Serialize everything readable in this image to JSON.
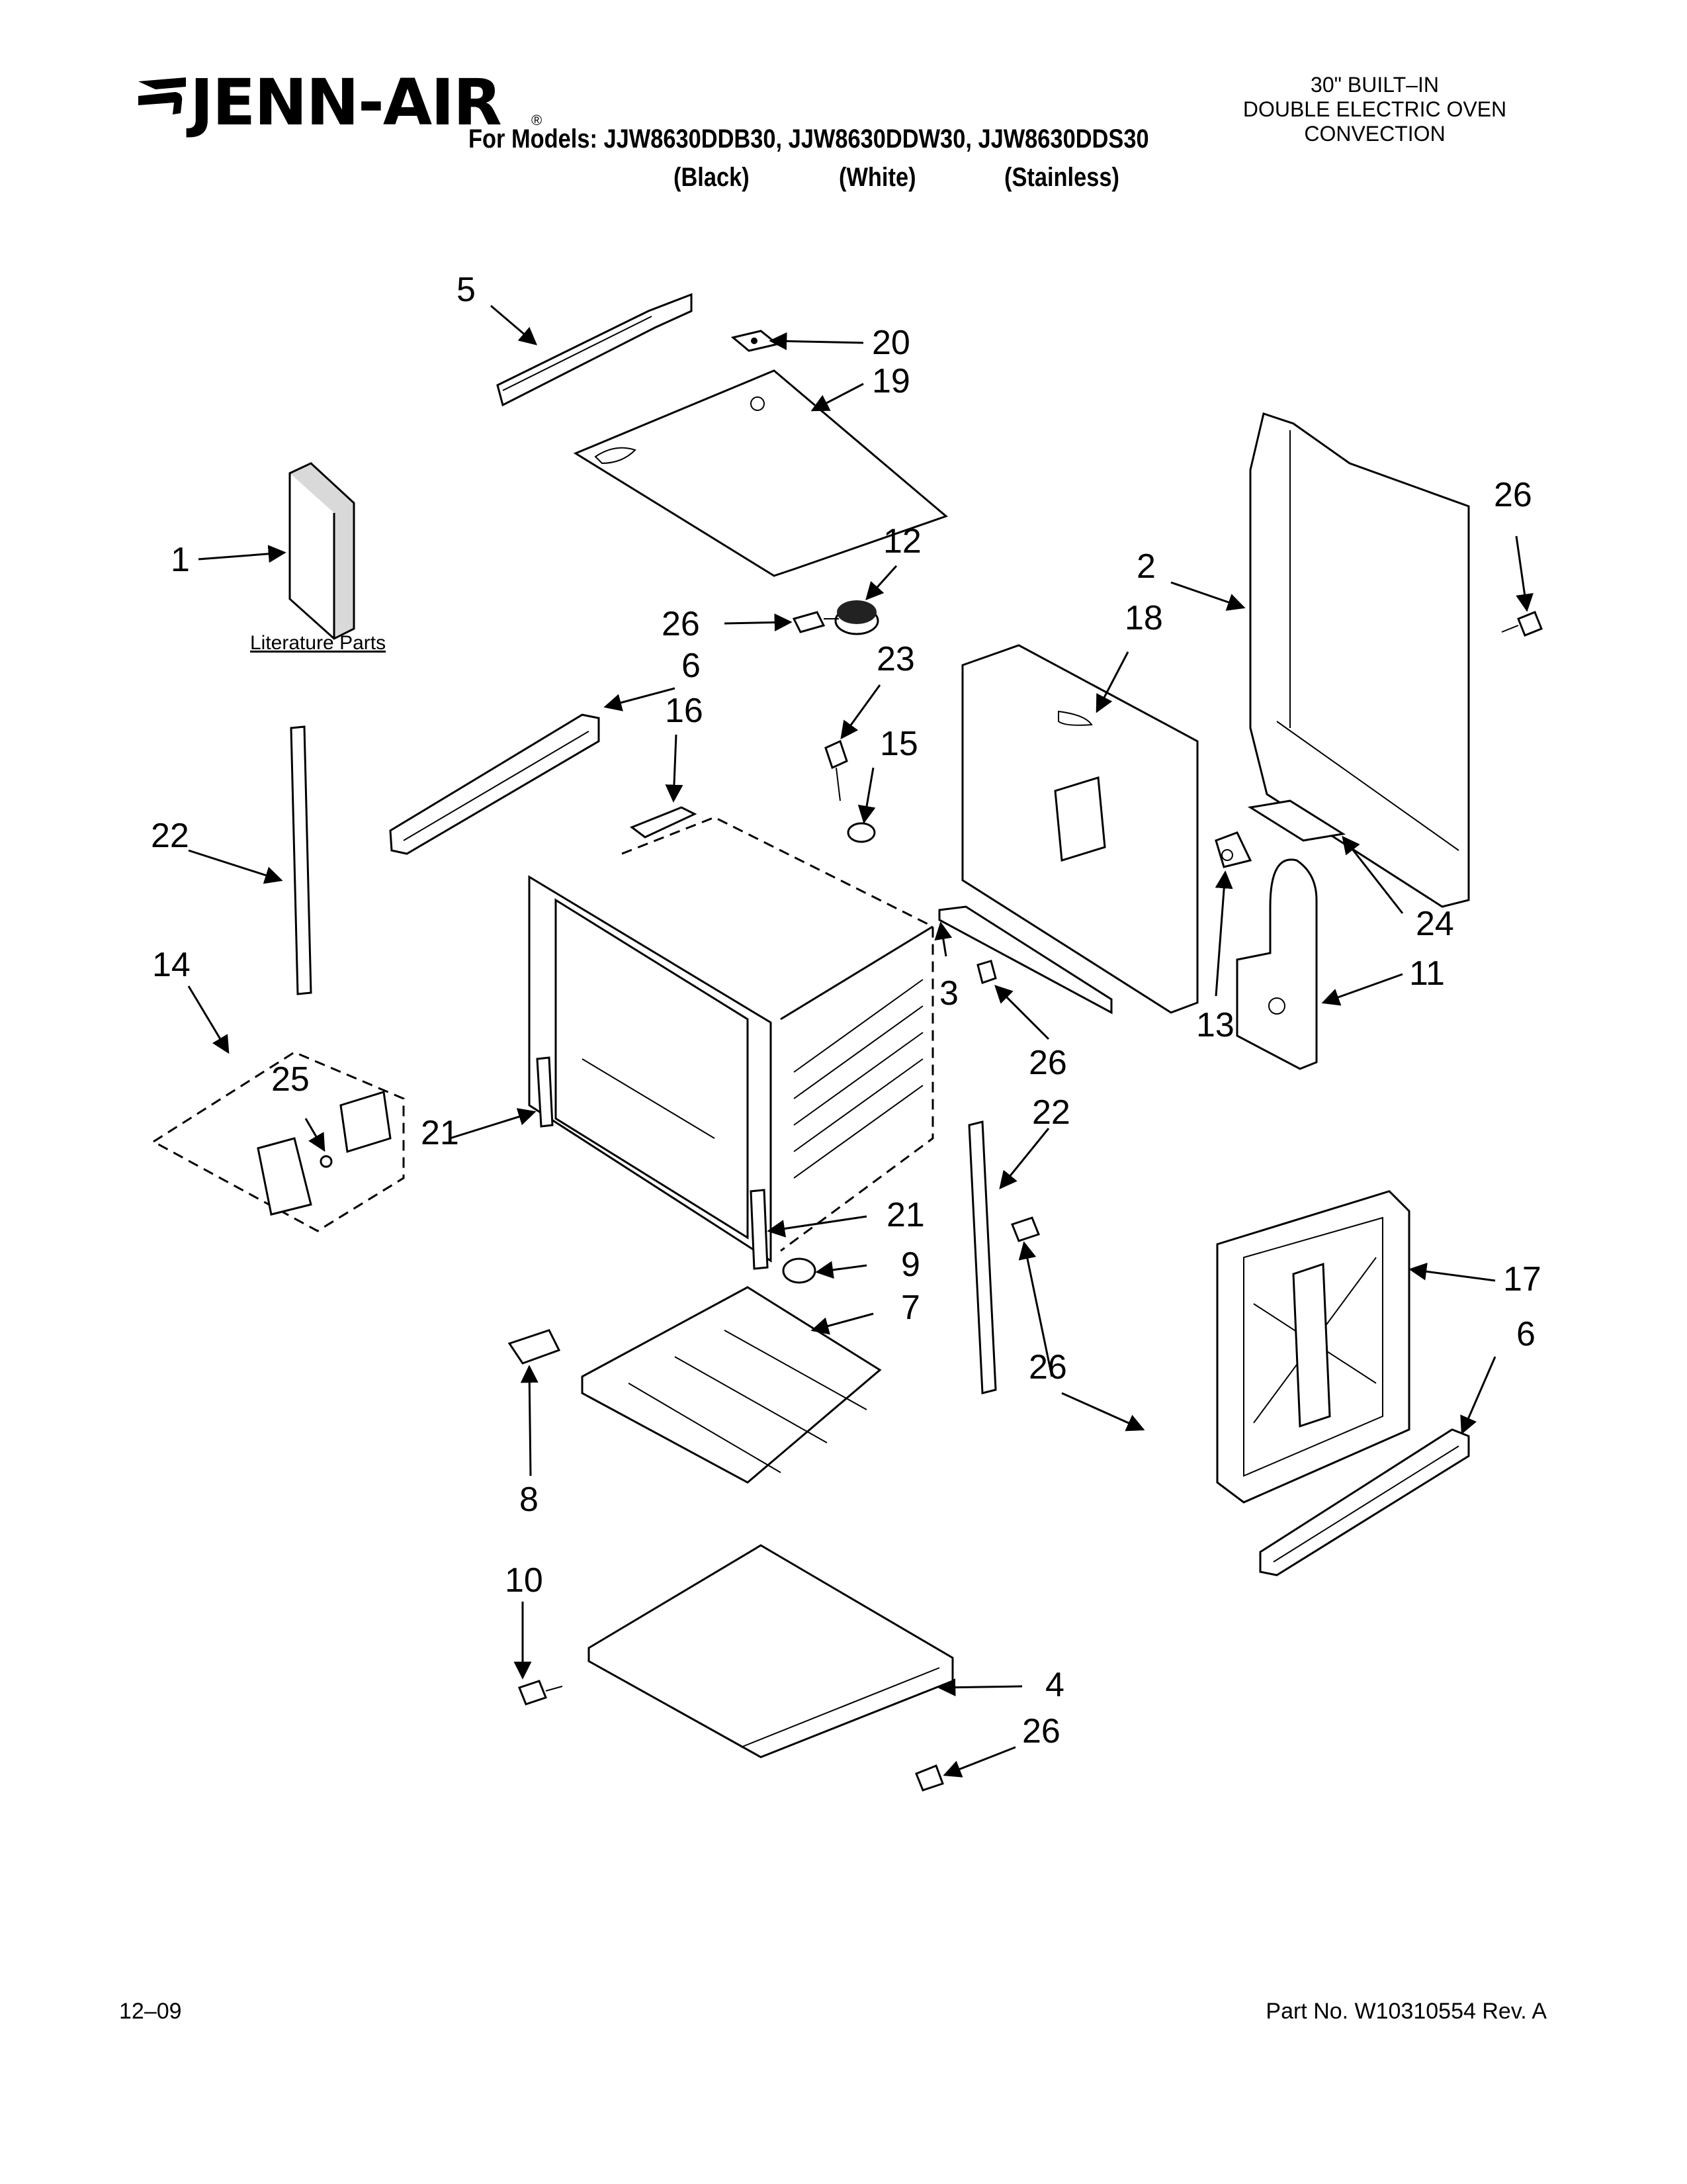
{
  "header": {
    "brand": "JENN-AIR",
    "registered": "®",
    "models_line": "For Models: JJW8630DDB30, JJW8630DDW30, JJW8630DDS30",
    "colors": [
      "(Black)",
      "(White)",
      "(Stainless)"
    ],
    "product_lines": [
      "30\" BUILT–IN",
      "DOUBLE ELECTRIC OVEN",
      "CONVECTION"
    ]
  },
  "literature_label": "Literature Parts",
  "callouts": [
    {
      "key": "c5",
      "label": "5"
    },
    {
      "key": "c20",
      "label": "20"
    },
    {
      "key": "c19",
      "label": "19"
    },
    {
      "key": "c1",
      "label": "1"
    },
    {
      "key": "c12",
      "label": "12"
    },
    {
      "key": "c26a",
      "label": "26"
    },
    {
      "key": "c6a",
      "label": "6"
    },
    {
      "key": "c16",
      "label": "16"
    },
    {
      "key": "c23",
      "label": "23"
    },
    {
      "key": "c15",
      "label": "15"
    },
    {
      "key": "c18",
      "label": "18"
    },
    {
      "key": "c2",
      "label": "2"
    },
    {
      "key": "c26b",
      "label": "26"
    },
    {
      "key": "c22a",
      "label": "22"
    },
    {
      "key": "c14",
      "label": "14"
    },
    {
      "key": "c25",
      "label": "25"
    },
    {
      "key": "c21a",
      "label": "21"
    },
    {
      "key": "c3",
      "label": "3"
    },
    {
      "key": "c26c",
      "label": "26"
    },
    {
      "key": "c13",
      "label": "13"
    },
    {
      "key": "c11",
      "label": "11"
    },
    {
      "key": "c24",
      "label": "24"
    },
    {
      "key": "c22b",
      "label": "22"
    },
    {
      "key": "c21b",
      "label": "21"
    },
    {
      "key": "c9",
      "label": "9"
    },
    {
      "key": "c7",
      "label": "7"
    },
    {
      "key": "c17",
      "label": "17"
    },
    {
      "key": "c6b",
      "label": "6"
    },
    {
      "key": "c26d",
      "label": "26"
    },
    {
      "key": "c8",
      "label": "8"
    },
    {
      "key": "c10",
      "label": "10"
    },
    {
      "key": "c4",
      "label": "4"
    },
    {
      "key": "c26e",
      "label": "26"
    }
  ],
  "footer": {
    "date": "12–09",
    "part_number": "Part No. W10310554 Rev. A"
  }
}
